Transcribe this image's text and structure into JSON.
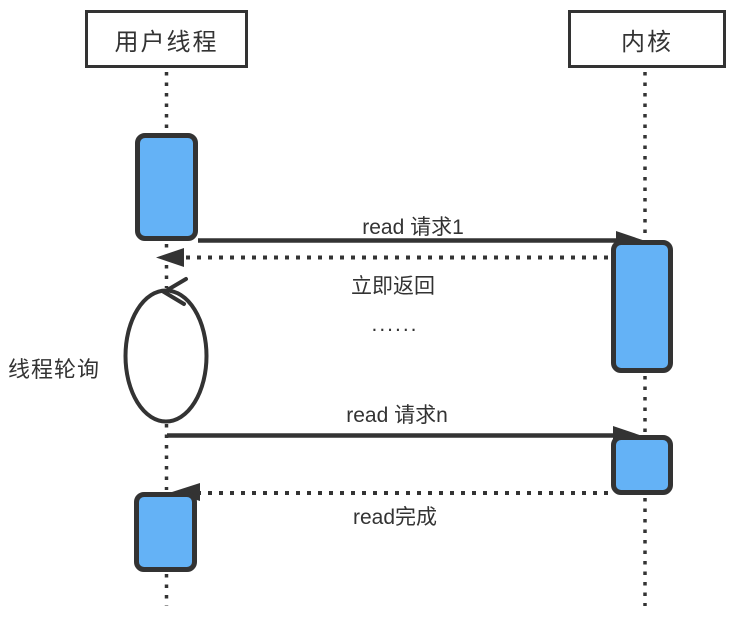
{
  "diagram": {
    "type": "sequence-diagram",
    "actors": [
      {
        "id": "user-thread",
        "label": "用户线程"
      },
      {
        "id": "kernel",
        "label": "内核"
      }
    ],
    "messages": [
      {
        "label": "read 请求1",
        "from": "用户线程",
        "to": "内核",
        "line": "solid"
      },
      {
        "label": "立即返回",
        "from": "内核",
        "to": "用户线程",
        "line": "dotted"
      },
      {
        "label": "......",
        "type": "ellipsis"
      },
      {
        "label": "read 请求n",
        "from": "用户线程",
        "to": "内核",
        "line": "solid"
      },
      {
        "label": "read完成",
        "from": "内核",
        "to": "用户线程",
        "line": "dotted"
      }
    ],
    "loop": {
      "label": "线程轮询",
      "attached_to": "用户线程"
    },
    "colors": {
      "line": "#333333",
      "text": "#333333",
      "activation_fill": "#64B2F6",
      "background": "#FFFFFF"
    }
  }
}
